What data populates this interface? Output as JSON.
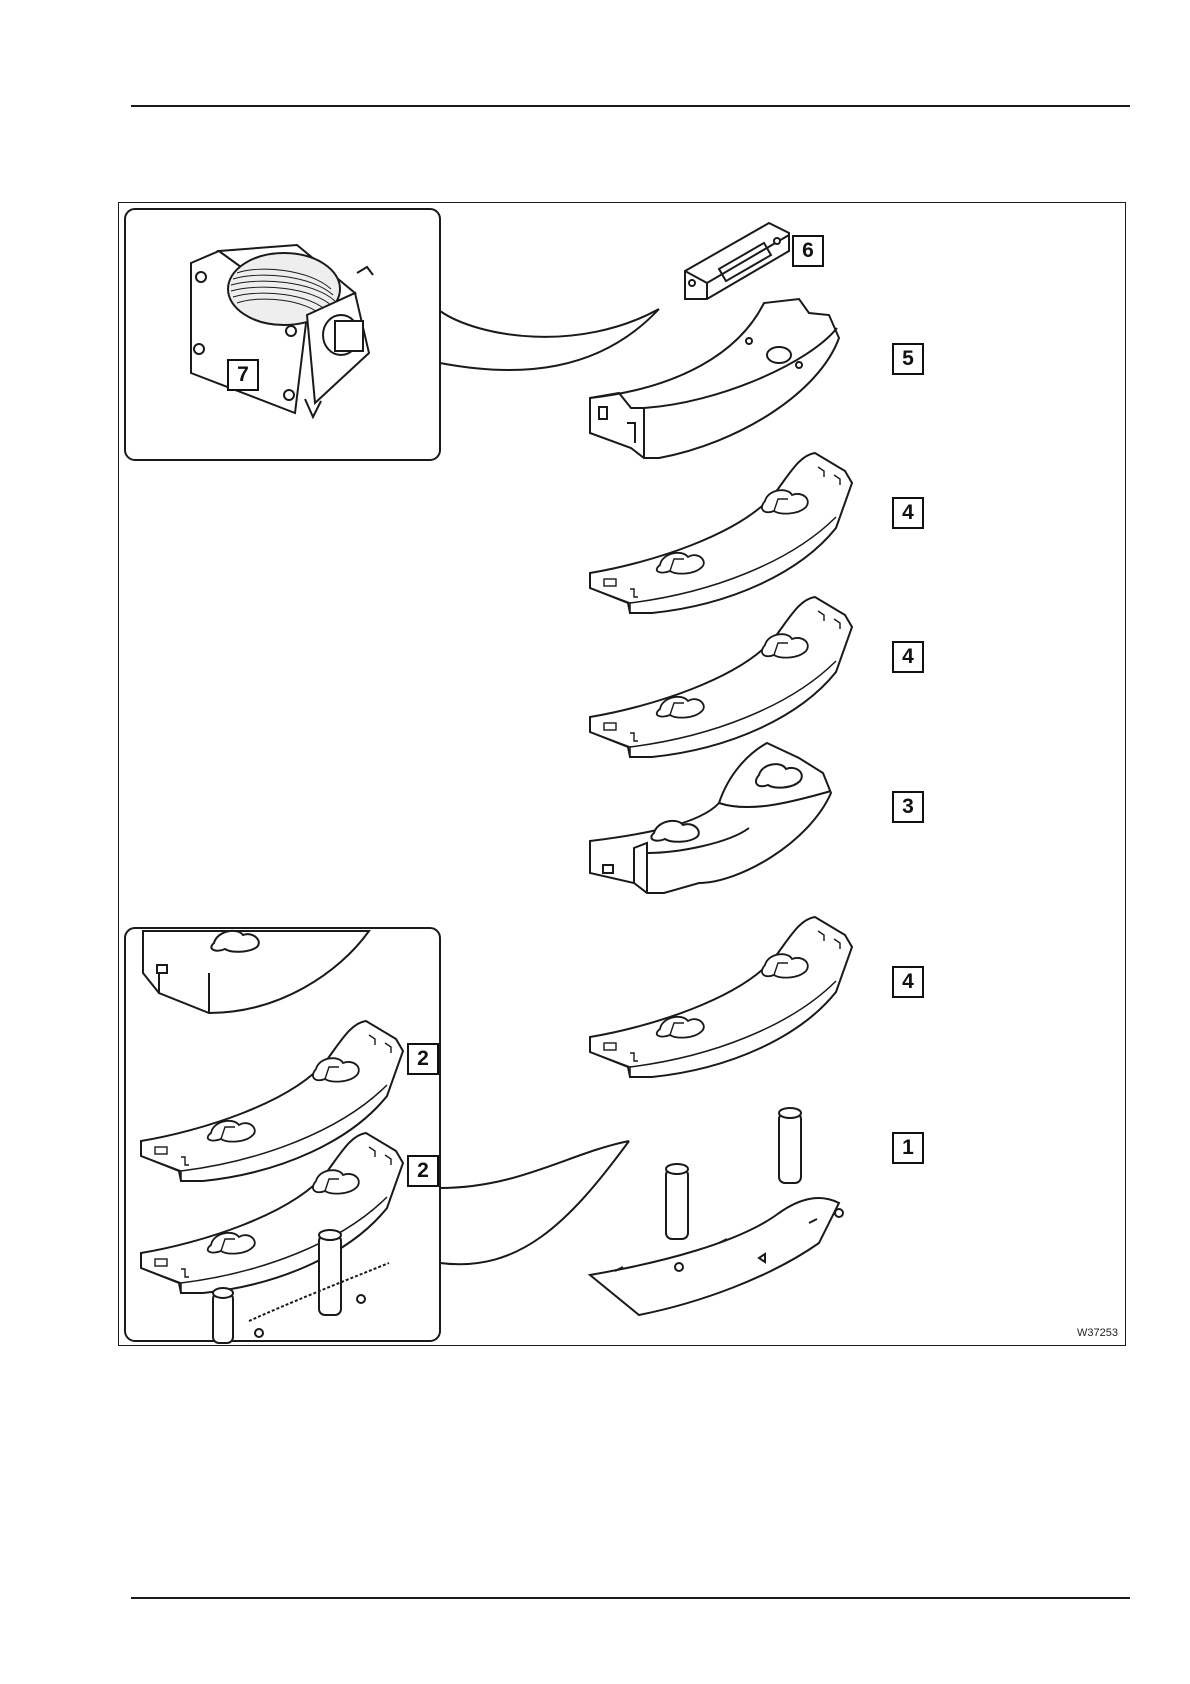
{
  "callouts": {
    "winch": "7",
    "plate_top": "6",
    "base_slab": "5",
    "slab_a": "4",
    "slab_b": "4",
    "step_slab": "3",
    "slab_c": "4",
    "base_frame": "1",
    "inset_slab_a": "2",
    "inset_slab_b": "2"
  },
  "figure_id": "W37253"
}
